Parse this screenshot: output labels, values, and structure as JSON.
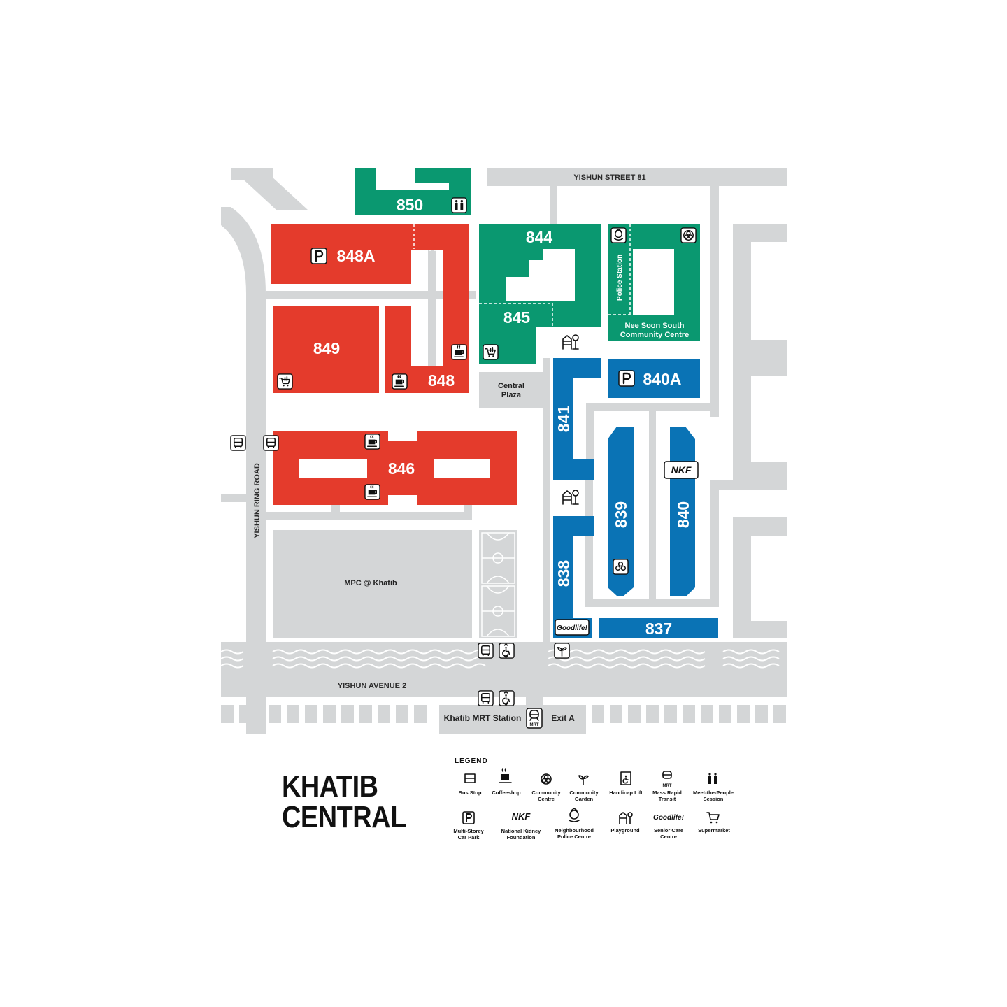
{
  "title": {
    "line1": "KHATIB",
    "line2": "CENTRAL"
  },
  "roads": {
    "yishun_street_81": "YISHUN STREET 81",
    "yishun_ring_road": "YISHUN RING ROAD",
    "yishun_avenue_2": "YISHUN AVENUE 2"
  },
  "blocks": {
    "b850": "850",
    "b848a": "848A",
    "b849": "849",
    "b848": "848",
    "b846": "846",
    "b844": "844",
    "b845": "845",
    "b840a": "840A",
    "b841": "841",
    "b839": "839",
    "b840": "840",
    "b838": "838",
    "b837": "837"
  },
  "places": {
    "police_station": "Police Station",
    "community_centre_line1": "Nee Soon South",
    "community_centre_line2": "Community Centre",
    "central_plaza_line1": "Central",
    "central_plaza_line2": "Plaza",
    "mpc": "MPC @ Khatib",
    "mrt_station": "Khatib MRT Station",
    "exit": "Exit A"
  },
  "badges": {
    "nkf": "NKF",
    "goodlife": "Goodlife!",
    "parking": "P",
    "mrt": "MRT"
  },
  "legend": {
    "heading": "LEGEND",
    "items": [
      {
        "icon": "bus-stop-icon",
        "line1": "Bus Stop",
        "line2": ""
      },
      {
        "icon": "coffeeshop-icon",
        "line1": "Coffeeshop",
        "line2": ""
      },
      {
        "icon": "community-centre-icon",
        "line1": "Community",
        "line2": "Centre"
      },
      {
        "icon": "community-garden-icon",
        "line1": "Community",
        "line2": "Garden"
      },
      {
        "icon": "handicap-lift-icon",
        "line1": "Handicap Lift",
        "line2": ""
      },
      {
        "icon": "mrt-icon",
        "line1": "Mass Rapid",
        "line2": "Transit"
      },
      {
        "icon": "meet-the-people-icon",
        "line1": "Meet-the-People",
        "line2": "Session"
      },
      {
        "icon": "car-park-icon",
        "line1": "Multi-Storey",
        "line2": "Car Park"
      },
      {
        "icon": "nkf-icon",
        "line1": "National Kidney",
        "line2": "Foundation"
      },
      {
        "icon": "police-centre-icon",
        "line1": "Neighbourhood",
        "line2": "Police Centre"
      },
      {
        "icon": "playground-icon",
        "line1": "Playground",
        "line2": ""
      },
      {
        "icon": "senior-care-icon",
        "line1": "Senior Care",
        "line2": "Centre"
      },
      {
        "icon": "supermarket-icon",
        "line1": "Supermarket",
        "line2": ""
      }
    ]
  },
  "colors": {
    "red": "#e43b2c",
    "green": "#0a9870",
    "blue": "#0a73b5",
    "road": "#d4d6d7"
  }
}
